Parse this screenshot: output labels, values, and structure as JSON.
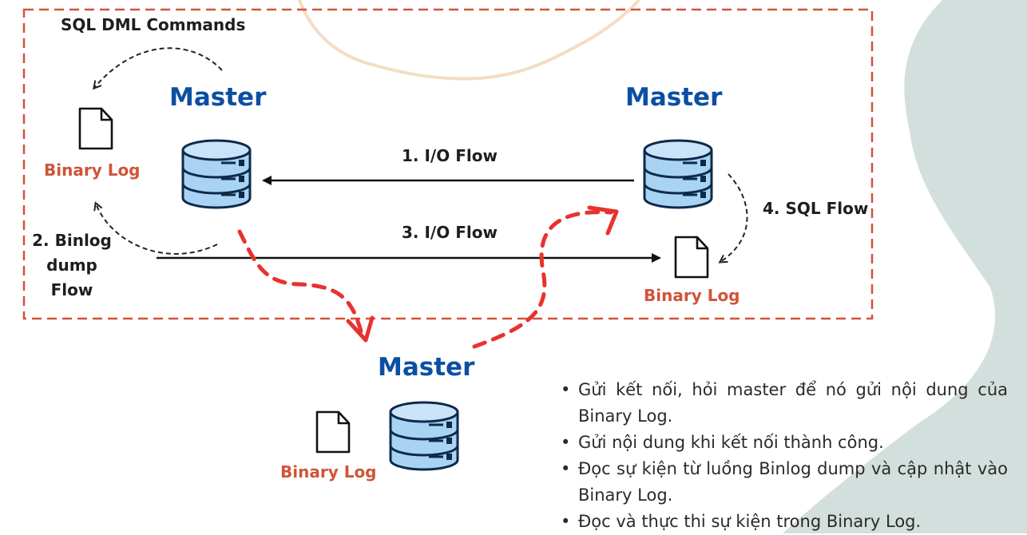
{
  "labels": {
    "title": "SQL DML Commands",
    "master_left": "Master",
    "master_right": "Master",
    "master_bottom": "Master",
    "binlog_left": "Binary Log",
    "binlog_right": "Binary Log",
    "binlog_bottom": "Binary Log",
    "flow_io_1": "1. I/O Flow",
    "flow_io_3": "3. I/O Flow",
    "flow_sql_4": "4. SQL Flow",
    "flow_binlog_line1": "2. Binlog",
    "flow_binlog_line2": "dump",
    "flow_binlog_line3": "Flow"
  },
  "notes": [
    "Gửi kết nối, hỏi master để nó gửi nội dung của Binary Log.",
    "Gửi nội dung khi kết nối thành công.",
    "Đọc sự kiện từ luồng Binlog dump và cập nhật vào Binary Log.",
    "Đọc và thực thi sự kiện trong Binary Log."
  ],
  "colors": {
    "master_text": "#0b4fa3",
    "binary_log_text": "#d05438",
    "boundary_dash": "#d05438",
    "replication_path": "#e8322f",
    "database_fill": "#a9d3f2",
    "background_blob": "#d3dfdc"
  },
  "icons": [
    "database-icon",
    "file-icon"
  ]
}
